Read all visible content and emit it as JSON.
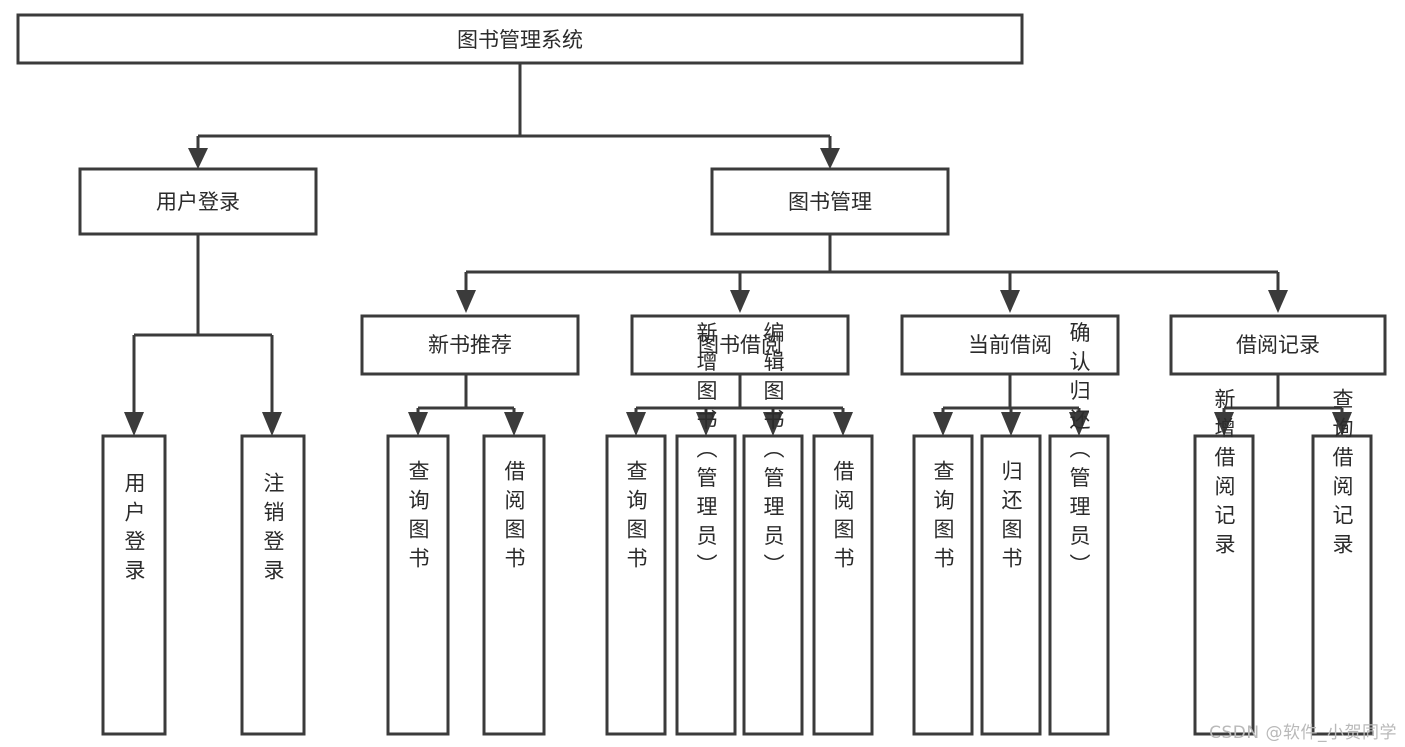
{
  "diagram": {
    "type": "tree-hierarchy",
    "title": "图书管理系统",
    "watermark": "CSDN @软件_小贺同学",
    "colors": {
      "box_stroke": "#3b3b3b",
      "box_fill": "#ffffff",
      "text": "#2b2b2b",
      "background": "#ffffff",
      "watermark": "#b9b9b9"
    },
    "levels": {
      "root": {
        "label": "图书管理系统"
      },
      "level2": [
        {
          "label": "用户登录"
        },
        {
          "label": "图书管理"
        }
      ],
      "level3": [
        {
          "label": "新书推荐"
        },
        {
          "label": "图书借阅"
        },
        {
          "label": "当前借阅"
        },
        {
          "label": "借阅记录"
        }
      ],
      "leaves_user_login": [
        {
          "label": "用户登录"
        },
        {
          "label": "注销登录"
        }
      ],
      "leaves_new_books": [
        {
          "label": "查询图书"
        },
        {
          "label": "借阅图书"
        }
      ],
      "leaves_borrow": [
        {
          "label": "查询图书"
        },
        {
          "label": "新增图书（管理员）"
        },
        {
          "label": "编辑图书（管理员）"
        },
        {
          "label": "借阅图书"
        }
      ],
      "leaves_current": [
        {
          "label": "查询图书"
        },
        {
          "label": "归还图书"
        },
        {
          "label": "确认归还（管理员）"
        }
      ],
      "leaves_records": [
        {
          "label": "新增借阅记录"
        },
        {
          "label": "查询借阅记录"
        }
      ]
    }
  }
}
